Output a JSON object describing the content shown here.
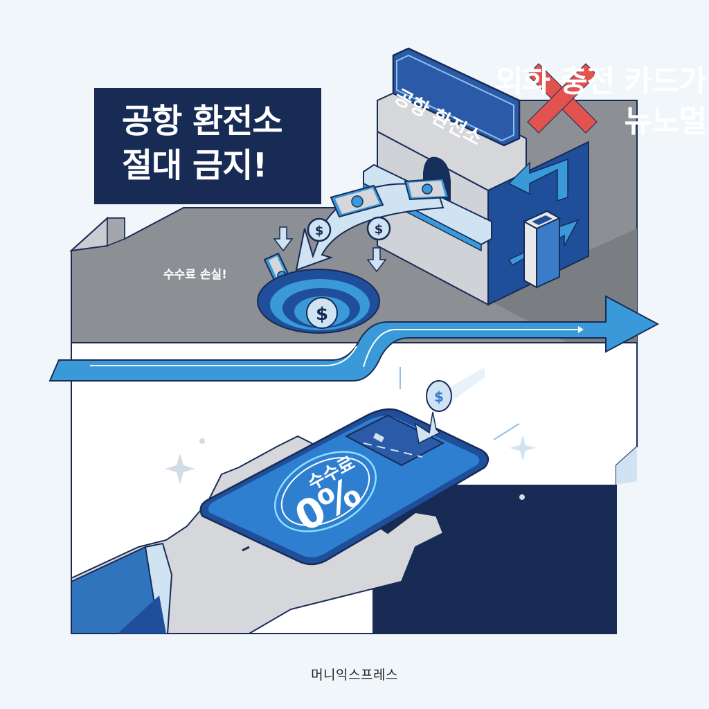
{
  "colors": {
    "background": "#f1f6fa",
    "navy": "#172b55",
    "gray_floor": "#8c8f94",
    "accent_blue": "#3a9ad9",
    "deep_blue": "#1f4e9a",
    "light_blue": "#cfe3f3",
    "red_x": "#e2524f",
    "white": "#ffffff"
  },
  "top_panel": {
    "headline_line1": "공항 환전소",
    "headline_line2": "절대 금지!",
    "booth_sign": "공항 환전소",
    "loss_label": "수수료 손실!",
    "prohibited_mark": "red-x-icon"
  },
  "bottom_panel": {
    "headline_line1": "외화 충전 카드가",
    "headline_line2": "뉴노멀",
    "fee_label": "수수료",
    "fee_value": "0%"
  },
  "footer": {
    "brand": "머니익스프레스"
  },
  "icons": [
    "red-x-icon",
    "dollar-coin-icon",
    "banknote-icon",
    "down-arrow-icon",
    "swirl-drain-icon",
    "right-arrow-icon",
    "credit-card-icon",
    "smartphone-icon",
    "hand-icon",
    "sparkle-icon",
    "kiosk-icon",
    "exchange-arrows-icon"
  ]
}
